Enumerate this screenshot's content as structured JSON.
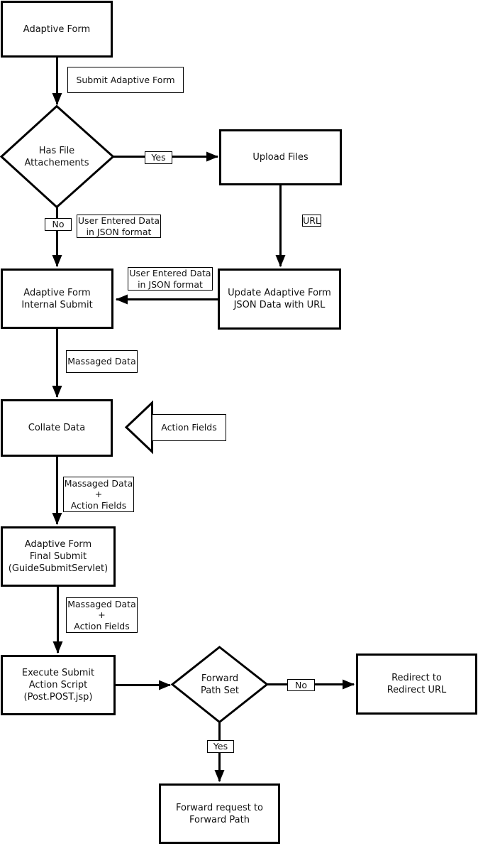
{
  "nodes": {
    "adaptive_form": "Adaptive Form",
    "upload_files": "Upload Files",
    "update_adaptive_form": "Update Adaptive Form\nJSON Data with URL",
    "internal_submit": "Adaptive Form\nInternal Submit",
    "collate_data": "Collate Data",
    "final_submit": "Adaptive Form\nFinal Submit\n(GuideSubmitServlet)",
    "execute_submit": "Execute Submit\nAction Script\n(Post.POST.jsp)",
    "redirect": "Redirect to\nRedirect URL",
    "forward_request": "Forward request to\nForward Path"
  },
  "decisions": {
    "has_file_attachements": "Has File\nAttachements",
    "forward_path_set": "Forward\nPath Set"
  },
  "edge_labels": {
    "submit_adaptive_form": "Submit Adaptive Form",
    "yes_upload": "Yes",
    "no_internal": "No",
    "user_entered_data_1": "User Entered Data\nin JSON format",
    "url": "URL",
    "user_entered_data_2": "User Entered Data\nin JSON format",
    "massaged_data": "Massaged Data",
    "action_fields": "Action Fields",
    "massaged_plus_action_1": "Massaged Data\n+\nAction Fields",
    "massaged_plus_action_2": "Massaged Data\n+\nAction Fields",
    "no_redirect": "No",
    "yes_forward": "Yes"
  },
  "colors": {
    "stroke": "#000000",
    "background": "#ffffff",
    "text": "#111111"
  }
}
